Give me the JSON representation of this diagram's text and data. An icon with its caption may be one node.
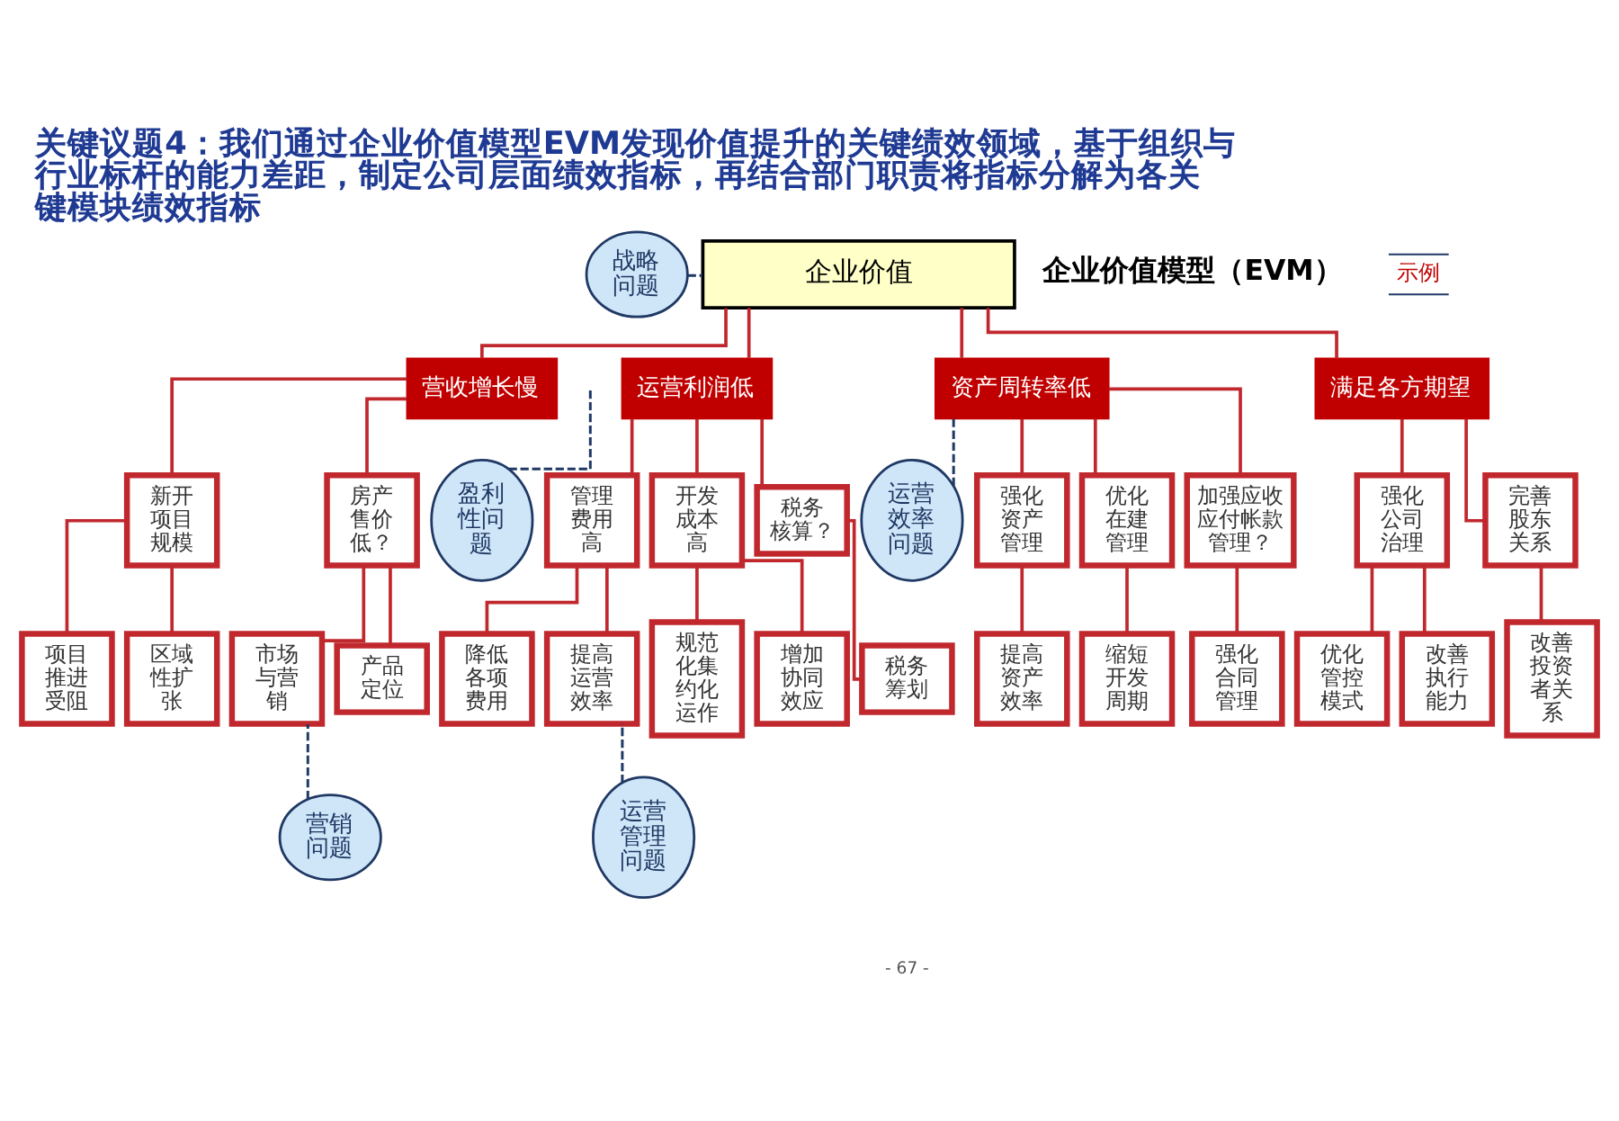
{
  "diagram": {
    "title": "关键议题4：我们通过企业价值模型EVM发现价值提升的关键绩效领域，基于组织与行业标杆的能力差距，制定公司层面绩效指标，再结合部门职责将指标分解为各关键模块绩效指标",
    "nodes": [
      {
        "text": [
          "战略问题"
        ]
      },
      {
        "text": [
          "企业价值"
        ]
      },
      {
        "text": [
          "营收增长慢"
        ]
      },
      {
        "text": [
          "运营利润低"
        ]
      },
      {
        "text": [
          "资产周转率低"
        ]
      },
      {
        "text": [
          "满足各方期望"
        ]
      },
      {
        "text": [
          "盈利性问题"
        ]
      },
      {
        "text": [
          "运营效率问题"
        ]
      },
      {
        "text": [
          "新开项目规模"
        ]
      },
      {
        "text": [
          "房产售价低？"
        ]
      },
      {
        "text": [
          "管理费用高"
        ]
      },
      {
        "text": [
          "开发成本高"
        ]
      },
      {
        "text": [
          "税务核算？"
        ]
      },
      {
        "text": [
          "强化资产管理"
        ]
      },
      {
        "text": [
          "优化在建管理"
        ]
      },
      {
        "text": [
          "加强应收应付帐款管理？"
        ]
      },
      {
        "text": [
          "强化公司治理"
        ]
      },
      {
        "text": [
          "完善股东关系"
        ]
      },
      {
        "text": [
          "项目推进受阻"
        ]
      },
      {
        "text": [
          "区域性扩张"
        ]
      },
      {
        "text": [
          "市场与营销"
        ]
      },
      {
        "text": [
          "产品定位"
        ]
      },
      {
        "text": [
          "降低各项费用"
        ]
      },
      {
        "text": [
          "提高运营效率"
        ]
      },
      {
        "text": [
          "规范化集约化运作"
        ]
      },
      {
        "text": [
          "增加协同效应"
        ]
      },
      {
        "text": [
          "税务筹划"
        ]
      },
      {
        "text": [
          "提高资产效率"
        ]
      },
      {
        "text": [
          "缩短开发周期"
        ]
      },
      {
        "text": [
          "强化合同管理"
        ]
      },
      {
        "text": [
          "优化管控模式"
        ]
      },
      {
        "text": [
          "改善执行能力"
        ]
      },
      {
        "text": [
          "改善投资者关系"
        ]
      },
      {
        "text": [
          "营销问题"
        ]
      },
      {
        "text": [
          "运营管理问题"
        ]
      }
    ],
    "edges": [
      {
        "from": 1,
        "to": 2,
        "arrow": "none"
      },
      {
        "from": 1,
        "to": 3,
        "arrow": "none"
      },
      {
        "from": 1,
        "to": 4,
        "arrow": "none"
      },
      {
        "from": 1,
        "to": 5,
        "arrow": "none"
      },
      {
        "from": 2,
        "to": 8,
        "arrow": "none"
      },
      {
        "from": 2,
        "to": 9,
        "arrow": "none"
      },
      {
        "from": 3,
        "to": 10,
        "arrow": "none"
      },
      {
        "from": 3,
        "to": 11,
        "arrow": "none"
      },
      {
        "from": 3,
        "to": 12,
        "arrow": "none"
      },
      {
        "from": 4,
        "to": 13,
        "arrow": "none"
      },
      {
        "from": 4,
        "to": 14,
        "arrow": "none"
      },
      {
        "from": 4,
        "to": 15,
        "arrow": "none"
      },
      {
        "from": 5,
        "to": 16,
        "arrow": "none"
      },
      {
        "from": 5,
        "to": 17,
        "arrow": "none"
      },
      {
        "from": 8,
        "to": 18,
        "arrow": "none"
      },
      {
        "from": 8,
        "to": 19,
        "arrow": "none"
      },
      {
        "from": 9,
        "to": 20,
        "arrow": "none"
      },
      {
        "from": 9,
        "to": 21,
        "arrow": "none"
      },
      {
        "from": 10,
        "to": 22,
        "arrow": "none"
      },
      {
        "from": 10,
        "to": 23,
        "arrow": "none"
      },
      {
        "from": 11,
        "to": 24,
        "arrow": "none"
      },
      {
        "from": 11,
        "to": 25,
        "arrow": "none"
      },
      {
        "from": 12,
        "to": 26,
        "arrow": "none"
      },
      {
        "from": 13,
        "to": 27,
        "arrow": "none"
      },
      {
        "from": 14,
        "to": 28,
        "arrow": "none"
      },
      {
        "from": 15,
        "to": 29,
        "arrow": "none"
      },
      {
        "from": 16,
        "to": 30,
        "arrow": "none"
      },
      {
        "from": 16,
        "to": 31,
        "arrow": "none"
      },
      {
        "from": 17,
        "to": 32,
        "arrow": "none"
      },
      {
        "from": 0,
        "to": 1,
        "arrow": "none",
        "style": "dashed",
        "color": "#1f3864"
      },
      {
        "from": 6,
        "to": null,
        "arrow": "none",
        "style": "dashed",
        "color": "#1f3864"
      },
      {
        "from": 7,
        "to": 4,
        "arrow": "none",
        "style": "dashed",
        "color": "#1f3864"
      },
      {
        "from": 33,
        "to": 20,
        "arrow": "none",
        "style": "dashed",
        "color": "#1f3864"
      },
      {
        "from": 34,
        "to": 23,
        "arrow": "none",
        "style": "dashed",
        "color": "#1f3864"
      }
    ],
    "labels": [
      "企业价值模型（EVM）",
      "示例",
      "- 67 -"
    ]
  }
}
